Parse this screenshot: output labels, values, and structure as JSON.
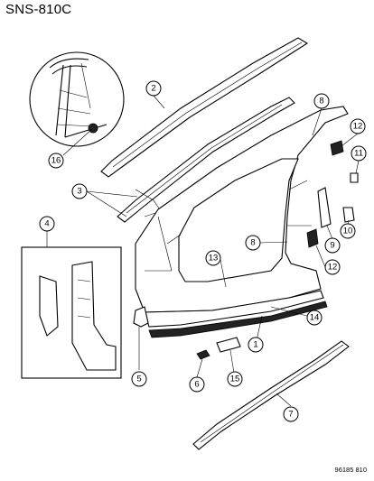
{
  "title": "SNS-810C",
  "drawing_code": "96185 810",
  "callouts": {
    "c1": "1",
    "c2": "2",
    "c3": "3",
    "c4": "4",
    "c5": "5",
    "c6": "6",
    "c7": "7",
    "c8a": "8",
    "c8b": "8",
    "c9": "9",
    "c10": "10",
    "c11": "11",
    "c12a": "12",
    "c12b": "12",
    "c13": "13",
    "c14": "14",
    "c15": "15",
    "c16": "16"
  }
}
